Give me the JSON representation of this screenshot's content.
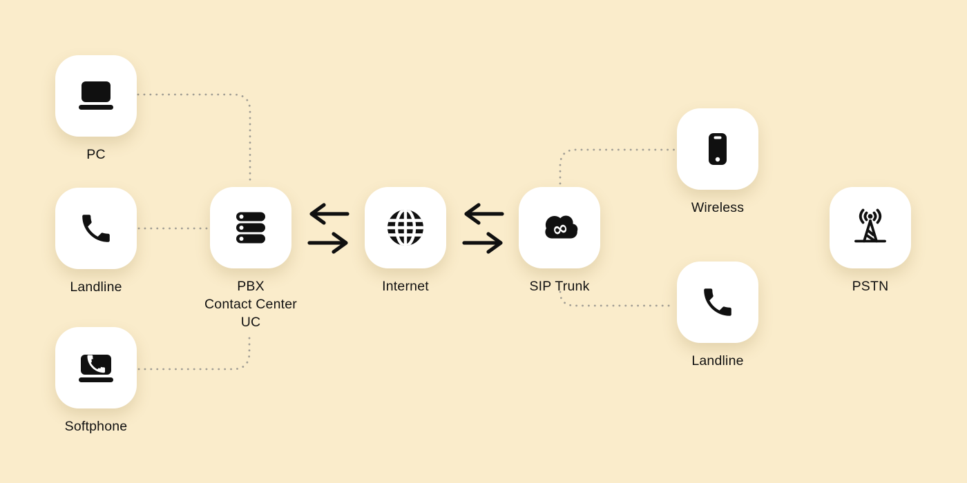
{
  "diagram": {
    "nodes": {
      "pc": {
        "label": "PC",
        "icon": "laptop-icon"
      },
      "landline_left": {
        "label": "Landline",
        "icon": "phone-handset-icon"
      },
      "softphone": {
        "label": "Softphone",
        "icon": "softphone-icon"
      },
      "pbx": {
        "label_lines": [
          "PBX",
          "Contact Center",
          "UC"
        ],
        "icon": "server-icon"
      },
      "internet": {
        "label": "Internet",
        "icon": "globe-icon"
      },
      "sip_trunk": {
        "label": "SIP Trunk",
        "icon": "cloud-infinity-icon"
      },
      "wireless": {
        "label": "Wireless",
        "icon": "smartphone-icon"
      },
      "landline_right": {
        "label": "Landline",
        "icon": "phone-handset-icon"
      },
      "pstn": {
        "label": "PSTN",
        "icon": "radio-tower-icon"
      }
    },
    "connections": [
      {
        "from": "PC",
        "to": "PBX",
        "style": "dotted"
      },
      {
        "from": "Landline",
        "to": "PBX",
        "style": "dotted"
      },
      {
        "from": "Softphone",
        "to": "PBX",
        "style": "dotted"
      },
      {
        "from": "PBX",
        "to": "Internet",
        "style": "bidirectional-arrows"
      },
      {
        "from": "Internet",
        "to": "SIP Trunk",
        "style": "bidirectional-arrows"
      },
      {
        "from": "SIP Trunk",
        "to": "Wireless",
        "style": "dotted"
      },
      {
        "from": "SIP Trunk",
        "to": "Landline",
        "style": "dotted"
      }
    ]
  },
  "colors": {
    "background": "#FAECCB",
    "card": "#FFFFFF",
    "ink": "#101010",
    "connector_dot": "#A09D94"
  }
}
